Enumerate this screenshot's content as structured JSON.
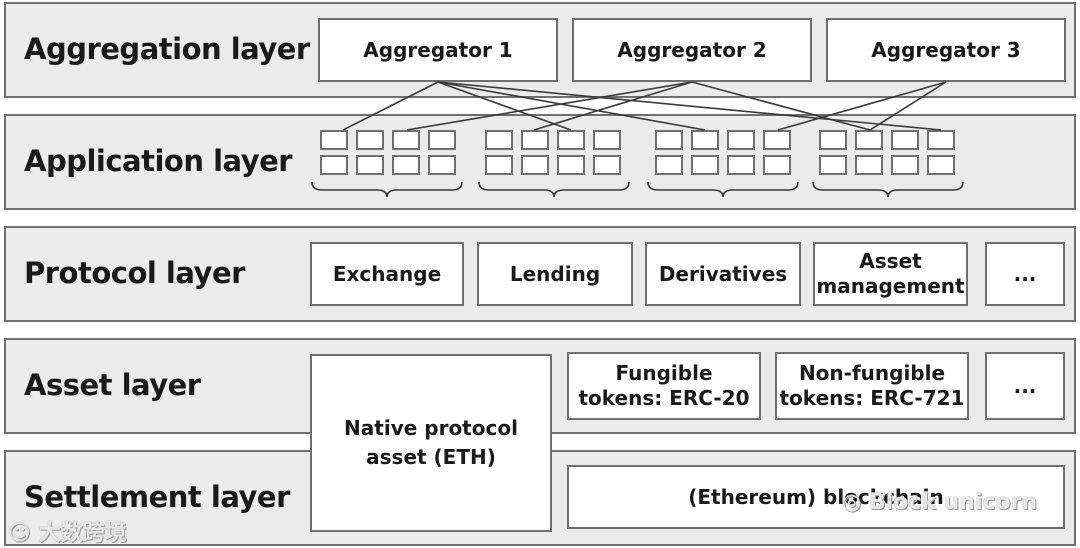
{
  "layers": {
    "aggregation": "Aggregation layer",
    "application": "Application layer",
    "protocol": "Protocol layer",
    "asset": "Asset layer",
    "settlement": "Settlement layer"
  },
  "aggregators": [
    "Aggregator 1",
    "Aggregator 2",
    "Aggregator 3"
  ],
  "protocols": {
    "exchange": "Exchange",
    "lending": "Lending",
    "derivatives": "Derivatives",
    "asset_mgmt_line1": "Asset",
    "asset_mgmt_line2": "management",
    "more": "..."
  },
  "assets": {
    "native_line1": "Native protocol",
    "native_line2": "asset (ETH)",
    "fungible_line1": "Fungible",
    "fungible_line2": "tokens: ERC-20",
    "nonfungible_line1": "Non-fungible",
    "nonfungible_line2": "tokens: ERC-721",
    "more": "..."
  },
  "settlement": {
    "blockchain": "(Ethereum) blockchain"
  },
  "watermarks": {
    "left": "大数跨境",
    "right": "Block unicorn"
  }
}
